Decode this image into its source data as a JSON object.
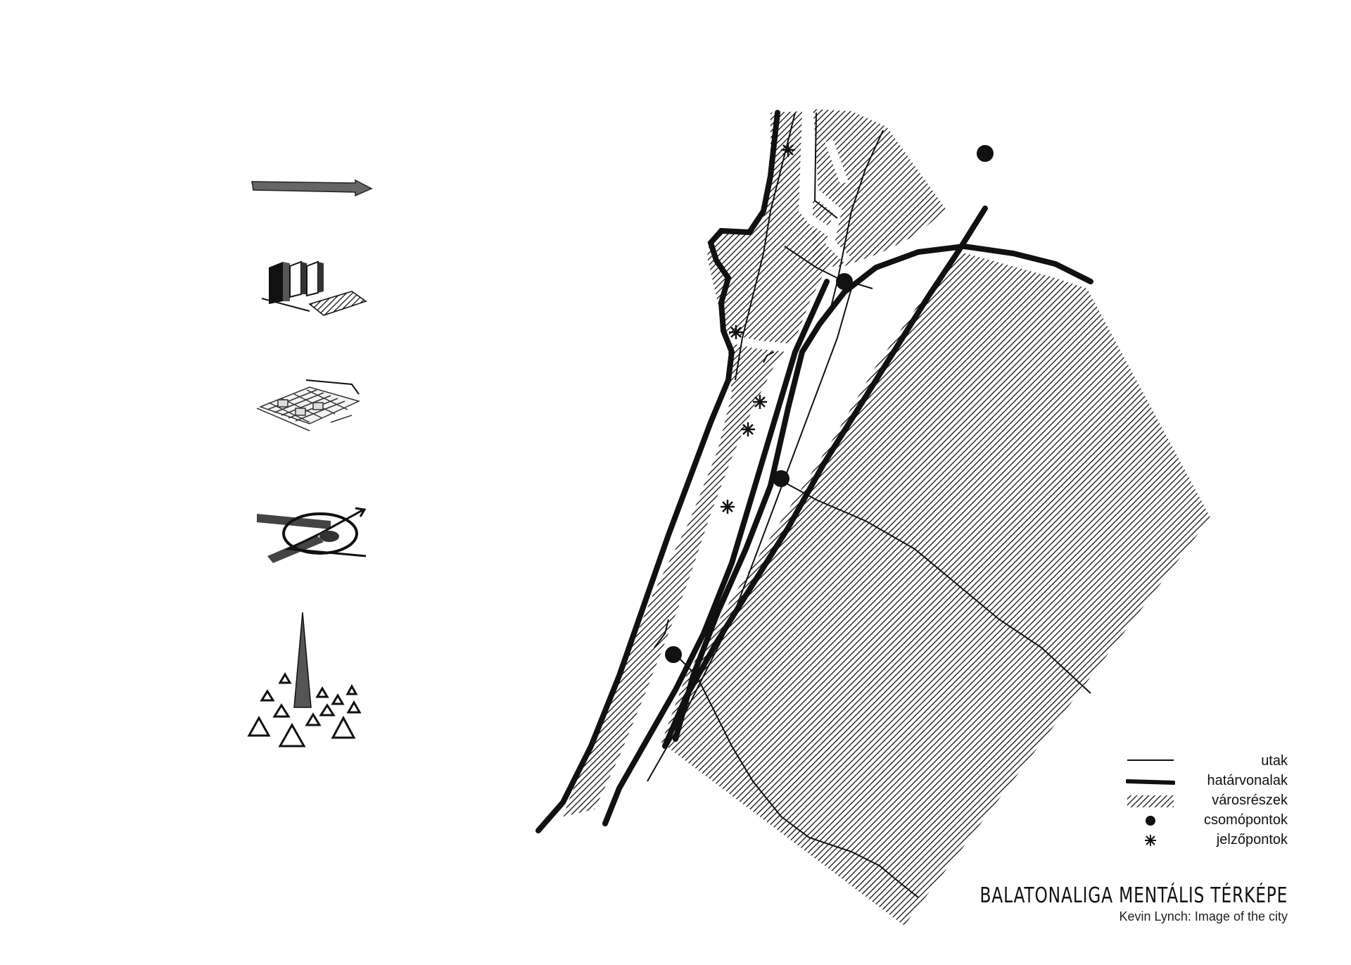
{
  "map": {
    "title": "BALATONALIGA MENTÁLIS TÉRKÉPE",
    "subtitle": "Kevin Lynch: Image of the city"
  },
  "legend": [
    {
      "key": "road",
      "label": "utak",
      "symbol": "thin-line-icon"
    },
    {
      "key": "edge",
      "label": "határvonalak",
      "symbol": "thick-line-icon"
    },
    {
      "key": "district",
      "label": "városrészek",
      "symbol": "hatch-pattern-icon"
    },
    {
      "key": "node",
      "label": "csomópontok",
      "symbol": "filled-dot-icon"
    },
    {
      "key": "landmark",
      "label": "jelzőpontok",
      "symbol": "asterisk-icon"
    }
  ],
  "side_icons": [
    "path-arrow-icon",
    "edge-buildings-icon",
    "district-blocks-icon",
    "node-intersection-icon",
    "landmark-spire-icon"
  ],
  "colors": {
    "ink": "#111111",
    "hatch": "#1a1a1a",
    "paper": "#ffffff"
  }
}
